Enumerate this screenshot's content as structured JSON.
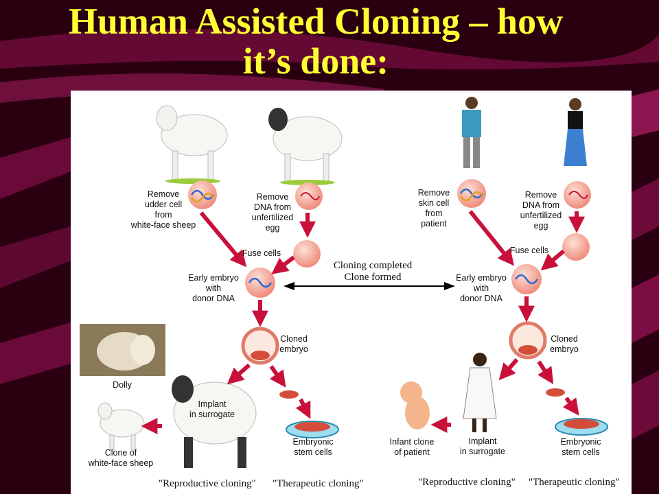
{
  "title": {
    "line1": "Human Assisted Cloning – how",
    "line2": "it’s done:"
  },
  "sheep_side": {
    "remove_udder": [
      "Remove",
      "udder cell",
      "from",
      "white-face sheep"
    ],
    "remove_dna": [
      "Remove",
      "DNA from",
      "unfertilized",
      "egg"
    ],
    "fuse_cells": "Fuse cells",
    "early_embryo": [
      "Early embryo",
      "with",
      "donor DNA"
    ],
    "cloned_embryo": [
      "Cloned",
      "embryo"
    ],
    "dolly": "Dolly",
    "implant": [
      "Implant",
      "in surrogate"
    ],
    "clone_of": [
      "Clone of",
      "white-face sheep"
    ],
    "stem_cells": [
      "Embryonic",
      "stem cells"
    ],
    "reproductive": "\"Reproductive cloning\"",
    "therapeutic": "\"Therapeutic cloning\""
  },
  "center": {
    "line1": "Cloning completed",
    "line2": "Clone formed"
  },
  "human_side": {
    "remove_skin": [
      "Remove",
      "skin cell",
      "from",
      "patient"
    ],
    "remove_dna": [
      "Remove",
      "DNA from",
      "unfertilized",
      "egg"
    ],
    "fuse_cells": "Fuse cells",
    "early_embryo": [
      "Early embryo",
      "with",
      "donor DNA"
    ],
    "cloned_embryo": [
      "Cloned",
      "embryo"
    ],
    "infant": [
      "Infant clone",
      "of patient"
    ],
    "implant": [
      "Implant",
      "in surrogate"
    ],
    "stem_cells": [
      "Embryonic",
      "stem cells"
    ],
    "reproductive": "\"Reproductive cloning\"",
    "therapeutic": "\"Therapeutic cloning\""
  },
  "colors": {
    "background": "#2a0010",
    "title": "#ffff33",
    "arrow": "#c8103a",
    "cell": "#f7b8a8"
  }
}
